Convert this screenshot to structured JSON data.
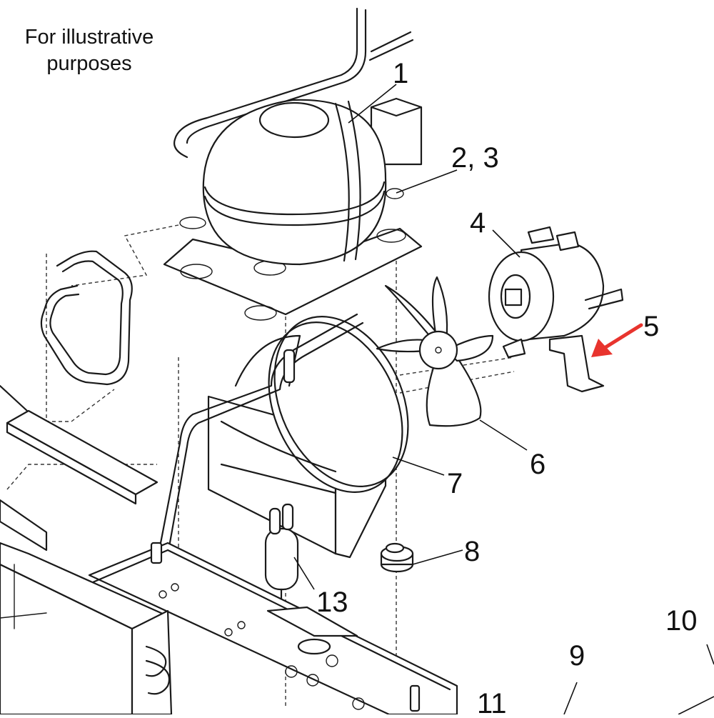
{
  "note": {
    "line1": "For illustrative",
    "line2": "purposes"
  },
  "callouts": [
    {
      "id": "c1",
      "text": "1"
    },
    {
      "id": "c23",
      "text": "2, 3"
    },
    {
      "id": "c4",
      "text": "4"
    },
    {
      "id": "c5",
      "text": "5"
    },
    {
      "id": "c6",
      "text": "6"
    },
    {
      "id": "c7",
      "text": "7"
    },
    {
      "id": "c8",
      "text": "8"
    },
    {
      "id": "c9",
      "text": "9"
    },
    {
      "id": "c10",
      "text": "10"
    },
    {
      "id": "c11",
      "text": "11"
    },
    {
      "id": "c13",
      "text": "13"
    }
  ],
  "colors": {
    "arrow": "#e8342e",
    "line": "#1a1a1a"
  },
  "highlight": {
    "target_callout": "5",
    "icon": "red-arrow-icon"
  }
}
